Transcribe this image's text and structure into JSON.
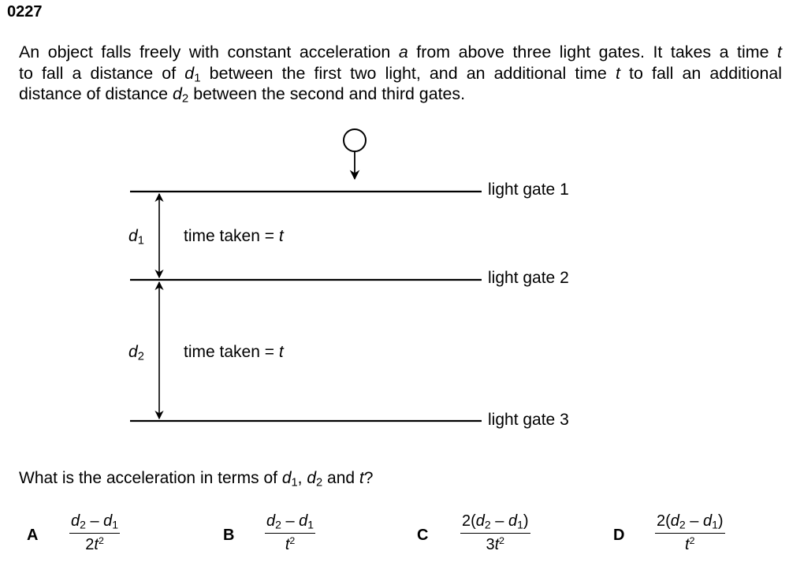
{
  "question": {
    "number": "0227",
    "stem_lines": [
      {
        "parts": [
          {
            "t": "An object falls freely with constant acceleration "
          },
          {
            "t": "a",
            "i": true
          },
          {
            "t": " from above three light gates. It takes a time "
          },
          {
            "t": "t",
            "i": true
          }
        ]
      },
      {
        "parts": [
          {
            "t": "to fall a distance of "
          },
          {
            "t": "d",
            "i": true
          },
          {
            "t": "1",
            "sub": true
          },
          {
            "t": " between the first two light, and an additional time "
          },
          {
            "t": "t",
            "i": true
          },
          {
            "t": " to fall an additional"
          }
        ]
      },
      {
        "parts": [
          {
            "t": "distance of distance "
          },
          {
            "t": "d",
            "i": true
          },
          {
            "t": "2",
            "sub": true
          },
          {
            "t": " between the second and third gates."
          }
        ]
      }
    ],
    "prompt_parts": [
      {
        "t": "What is the acceleration in terms of "
      },
      {
        "t": "d",
        "i": true
      },
      {
        "t": "1",
        "sub": true
      },
      {
        "t": ", "
      },
      {
        "t": "d",
        "i": true
      },
      {
        "t": "2",
        "sub": true
      },
      {
        "t": " and "
      },
      {
        "t": "t",
        "i": true
      },
      {
        "t": "?"
      }
    ]
  },
  "diagram": {
    "gates": [
      {
        "label": "light gate 1"
      },
      {
        "label": "light gate 2"
      },
      {
        "label": "light gate 3"
      }
    ],
    "intervals": [
      {
        "distance_symbol": "d",
        "distance_subscript": "1",
        "time_text": "time taken = ",
        "time_symbol": "t"
      },
      {
        "distance_symbol": "d",
        "distance_subscript": "2",
        "time_text": "time taken = ",
        "time_symbol": "t"
      }
    ],
    "object_icon": "falling-ball-with-arrow"
  },
  "options": [
    {
      "letter": "A",
      "num_prefix": "",
      "num_suffix": "",
      "den_coef": "2"
    },
    {
      "letter": "B",
      "num_prefix": "",
      "num_suffix": "",
      "den_coef": ""
    },
    {
      "letter": "C",
      "num_prefix": "2(",
      "num_suffix": ")",
      "den_coef": "3"
    },
    {
      "letter": "D",
      "num_prefix": "2(",
      "num_suffix": ")",
      "den_coef": ""
    }
  ],
  "option_common": {
    "var_d": "d",
    "sub_2": "2",
    "sub_1": "1",
    "minus": "–",
    "var_t": "t",
    "exp": "2"
  }
}
